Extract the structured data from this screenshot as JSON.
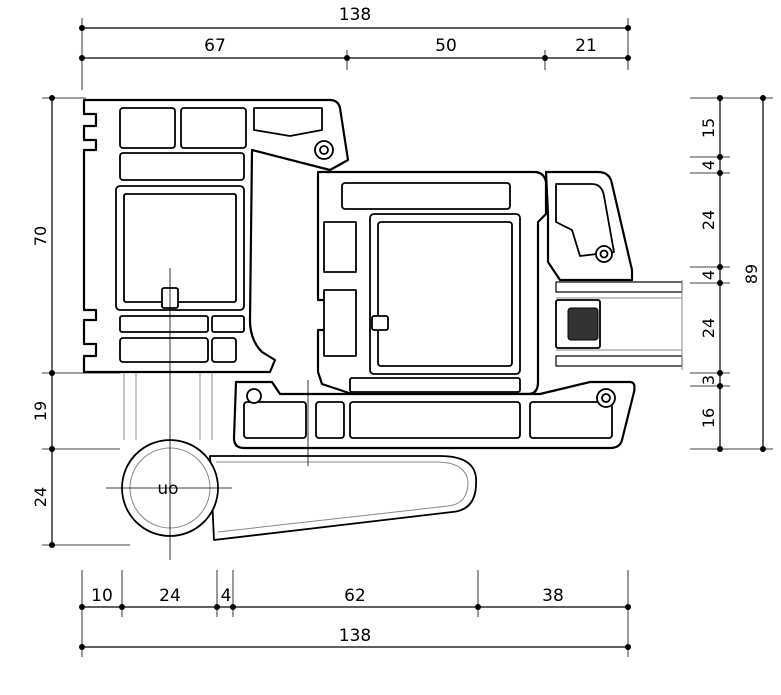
{
  "top_dimensions": {
    "overall": "138",
    "segments": [
      "67",
      "50",
      "21"
    ]
  },
  "bottom_dimensions": {
    "overall": "138",
    "segments": [
      "10",
      "24",
      "4",
      "62",
      "38"
    ]
  },
  "left_dimensions": [
    "70",
    "19",
    "24"
  ],
  "right_dimensions": {
    "overall": "89",
    "segments": [
      "15",
      "4",
      "24",
      "4",
      "24",
      "3",
      "16"
    ]
  },
  "handle_label": "uo",
  "colors": {
    "line": "#000000",
    "background": "#ffffff",
    "gasket": "#333333"
  }
}
